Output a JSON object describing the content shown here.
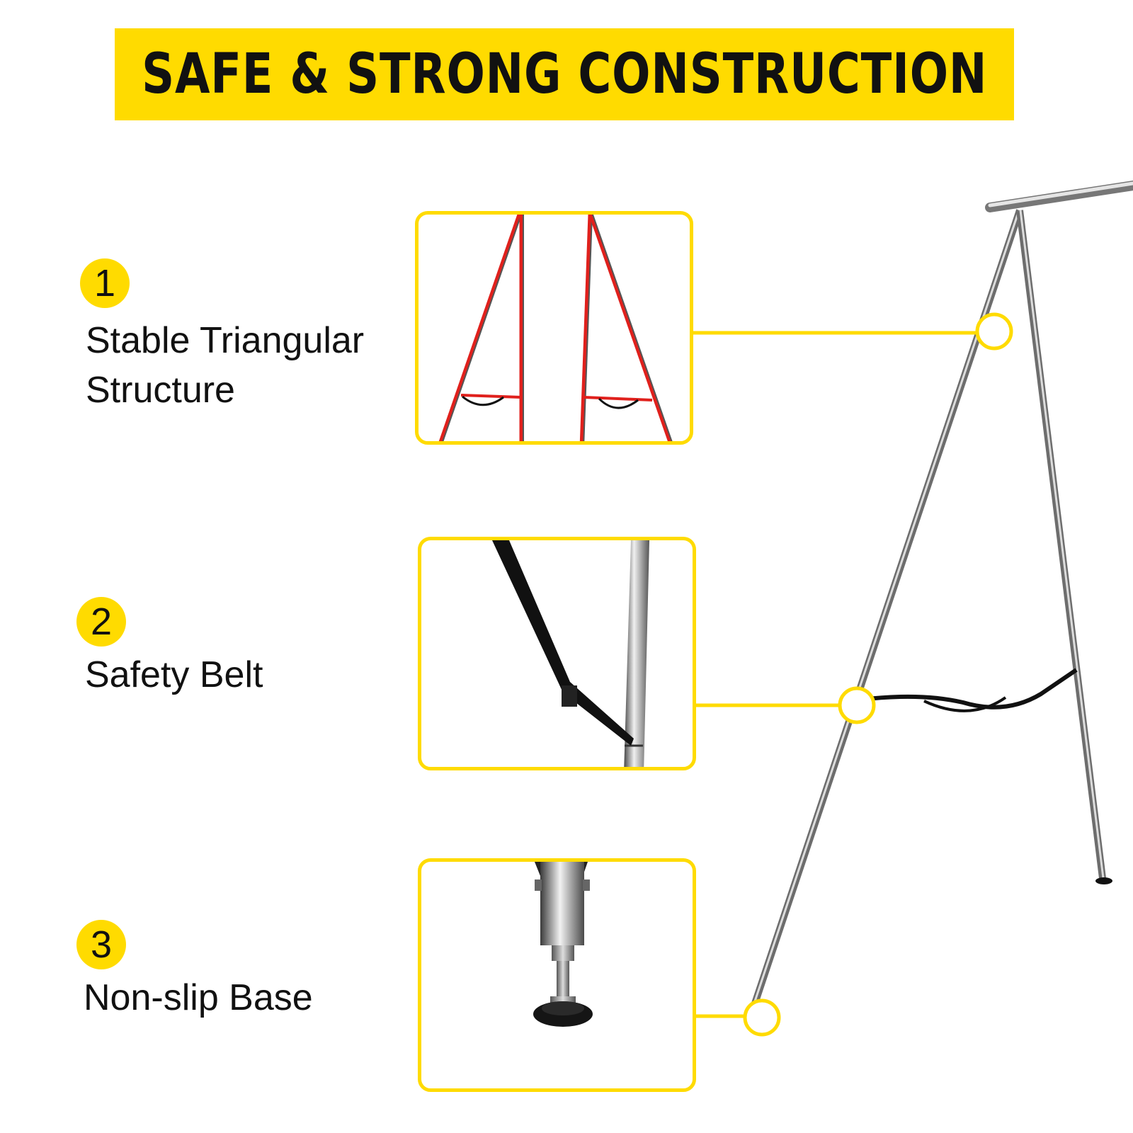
{
  "header": {
    "title": "SAFE & STRONG CONSTRUCTION"
  },
  "colors": {
    "accent": "#ffdb00",
    "frame_highlight": "#e0201c",
    "steel": "#8a8a8a",
    "belt": "#111111"
  },
  "features": [
    {
      "number": "1",
      "label_line1": "Stable Triangular",
      "label_line2": "Structure",
      "image": "triangular-frame-closeup"
    },
    {
      "number": "2",
      "label_line1": "Safety Belt",
      "image": "safety-belt-closeup"
    },
    {
      "number": "3",
      "label_line1": "Non-slip Base",
      "image": "non-slip-foot-closeup"
    }
  ],
  "product": {
    "image": "a-frame-stand"
  }
}
